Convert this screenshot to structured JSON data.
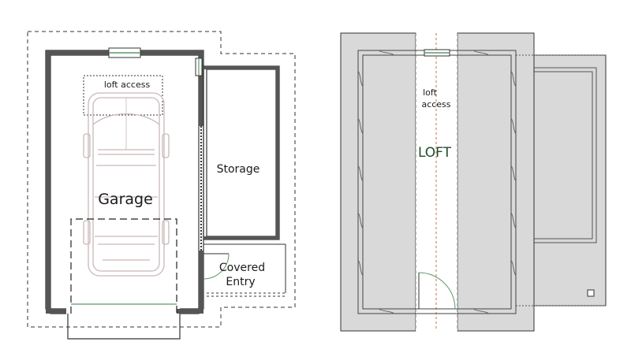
{
  "ground_floor": {
    "loft_access_label": "loft access",
    "garage_label": "Garage",
    "storage_label": "Storage",
    "covered_entry_line1": "Covered",
    "covered_entry_line2": "Entry"
  },
  "loft_floor": {
    "loft_access_line1": "loft",
    "loft_access_line2": "access",
    "loft_label": "LOFT"
  },
  "colors": {
    "wall": "#3a3a3a",
    "roof_fill": "#d9d9d9",
    "window": "#5a9a6a",
    "car": "#c9b8b8",
    "loft_text": "#1f4d2a",
    "ridge": "#c8734a"
  }
}
